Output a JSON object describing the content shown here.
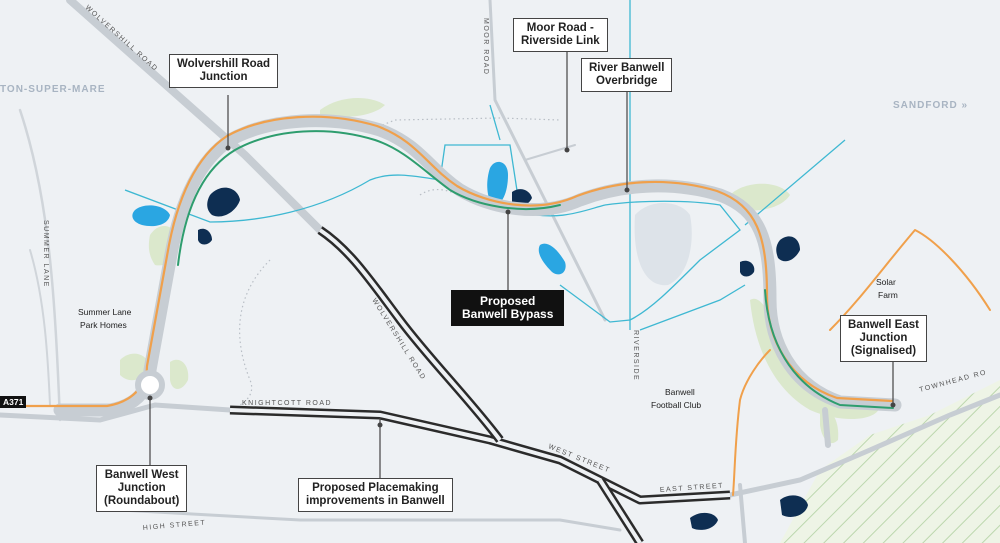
{
  "map": {
    "towns": {
      "weston": "TON-SUPER-MARE",
      "sandford": "SANDFORD »"
    },
    "roads": {
      "wolvershill_upper": "WOLVERSHILL ROAD",
      "wolvershill_lower": "WOLVERSHILL ROAD",
      "moor_road": "MOOR ROAD",
      "summer_lane": "SUMMER LANE",
      "knightcott": "KNIGHTCOTT ROAD",
      "west_street": "WEST STREET",
      "east_street": "EAST STREET",
      "high_street": "HIGH STREET",
      "riverside": "RIVERSIDE",
      "townhead": "TOWNHEAD RO",
      "a371": "A371"
    },
    "places": {
      "summer_lane_park_homes": [
        "Summer Lane",
        "Park Homes"
      ],
      "solar_farm": [
        "Solar",
        "Farm"
      ],
      "banwell_football_club": [
        "Banwell",
        "Football Club"
      ]
    },
    "callouts": {
      "wolvershill_junction": [
        "Wolvershill Road",
        "Junction"
      ],
      "moor_road_link": [
        "Moor Road -",
        "Riverside Link"
      ],
      "river_banwell": [
        "River Banwell",
        "Overbridge"
      ],
      "bypass": [
        "Proposed",
        "Banwell Bypass"
      ],
      "east_junction": [
        "Banwell East",
        "Junction",
        "(Signalised)"
      ],
      "west_junction": [
        "Banwell West",
        "Junction",
        "(Roundabout)"
      ],
      "placemaking": [
        "Proposed Placemaking",
        "improvements in Banwell"
      ]
    },
    "colors": {
      "background": "#eef1f4",
      "bypass_orange": "#f0a04b",
      "bypass_green": "#2e9d6e",
      "road_grey": "#c7cdd3",
      "placemaking_road": "#2b2b2b",
      "water_light": "#2aa6e2",
      "water_dark": "#0e2e52",
      "watercourse": "#3eb8d2",
      "landscape_green": "#dbe8cc",
      "solar_hatch": "#bcd7ae"
    }
  }
}
